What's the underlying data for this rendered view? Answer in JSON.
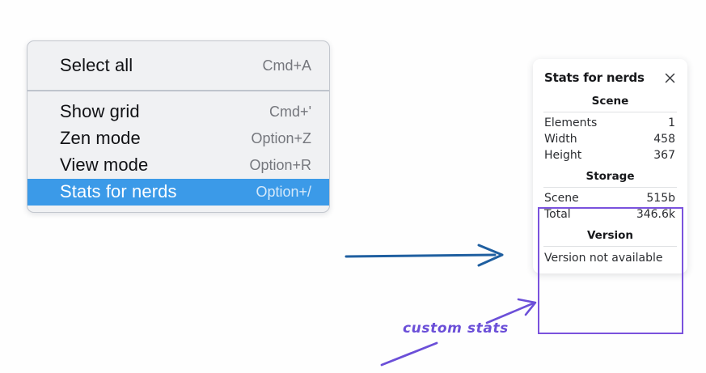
{
  "context_menu": {
    "groups": [
      {
        "items": [
          {
            "label": "Select all",
            "shortcut": "Cmd+A",
            "selected": false
          }
        ]
      },
      {
        "items": [
          {
            "label": "Show grid",
            "shortcut": "Cmd+'",
            "selected": false
          },
          {
            "label": "Zen mode",
            "shortcut": "Option+Z",
            "selected": false
          },
          {
            "label": "View mode",
            "shortcut": "Option+R",
            "selected": false
          },
          {
            "label": "Stats for nerds",
            "shortcut": "Option+/",
            "selected": true
          }
        ]
      }
    ],
    "highlight_color": "#3b9ae8"
  },
  "stats_panel": {
    "title": "Stats for nerds",
    "close_icon": "close-icon",
    "sections": [
      {
        "title": "Scene",
        "rows": [
          {
            "key": "Elements",
            "value": "1"
          },
          {
            "key": "Width",
            "value": "458"
          },
          {
            "key": "Height",
            "value": "367"
          }
        ]
      },
      {
        "title": "Storage",
        "rows": [
          {
            "key": "Scene",
            "value": "515b"
          },
          {
            "key": "Total",
            "value": "346.6k"
          }
        ]
      },
      {
        "title": "Version",
        "text": "Version not available"
      }
    ]
  },
  "annotations": {
    "handwritten_label": "custom stats",
    "blue_arrow_color": "#1f5fa0",
    "purple_color": "#6b4fd8",
    "highlight_box_color": "#7a52dd"
  }
}
